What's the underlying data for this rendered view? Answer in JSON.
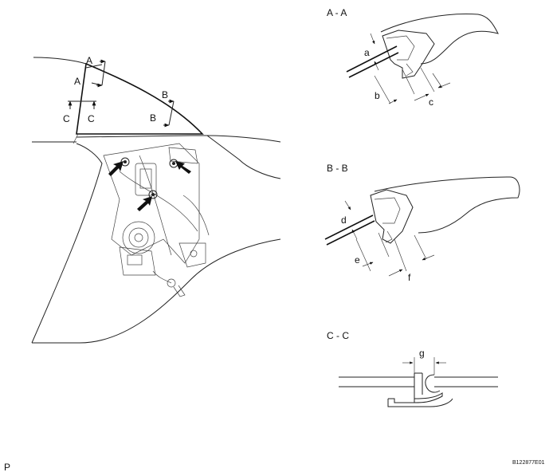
{
  "main_view": {
    "labels": {
      "a_upper": "A",
      "a_lower": "A",
      "b_upper": "B",
      "b_lower": "B",
      "c_left": "C",
      "c_right": "C"
    }
  },
  "section_aa": {
    "title": "A - A",
    "dims": [
      "a",
      "b",
      "c"
    ]
  },
  "section_bb": {
    "title": "B - B",
    "dims": [
      "d",
      "e",
      "f"
    ]
  },
  "section_cc": {
    "title": "C - C",
    "dims": [
      "g"
    ]
  },
  "footer": {
    "corner_letter": "P",
    "figure_code": "B122877E01"
  }
}
